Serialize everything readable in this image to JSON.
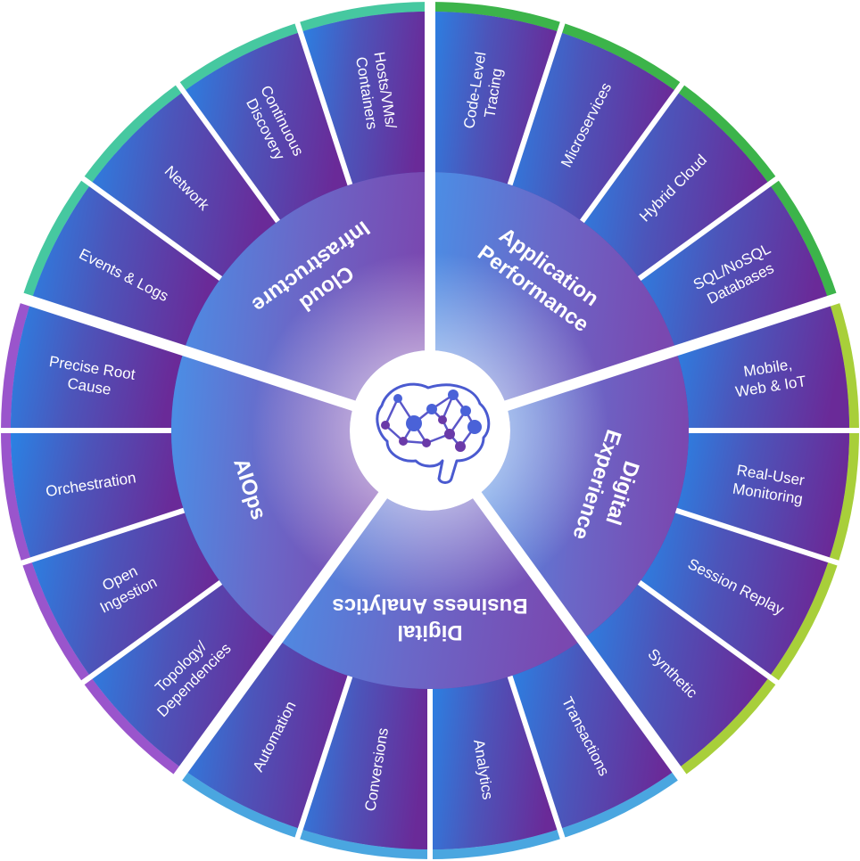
{
  "colors": {
    "blue": "#2a7fe0",
    "indigo": "#4a4fb8",
    "violet": "#6a2f9e",
    "purple": "#5a2a8a",
    "ring_green": "#3cb44a",
    "ring_lime": "#a8cf3a",
    "ring_teal": "#46c8a0",
    "ring_sky": "#4aa6e0",
    "ring_purple": "#9a55cc"
  },
  "center_icon": "brain-network-icon",
  "sections": [
    {
      "id": "application-performance",
      "label_lines": [
        "Application",
        "Performance"
      ],
      "ring_color": "ring_green",
      "segments": [
        {
          "lines": [
            "Code-Level",
            "Tracing"
          ]
        },
        {
          "lines": [
            "Microservices"
          ]
        },
        {
          "lines": [
            "Hybrid Cloud"
          ]
        },
        {
          "lines": [
            "SQL/NoSQL",
            "Databases"
          ]
        }
      ]
    },
    {
      "id": "digital-experience",
      "label_lines": [
        "Digital",
        "Experience"
      ],
      "ring_color": "ring_lime",
      "segments": [
        {
          "lines": [
            "Mobile,",
            "Web & IoT"
          ]
        },
        {
          "lines": [
            "Real-User",
            "Monitoring"
          ]
        },
        {
          "lines": [
            "Session Replay"
          ]
        },
        {
          "lines": [
            "Synthetic"
          ]
        }
      ]
    },
    {
      "id": "digital-business-analytics",
      "label_lines": [
        "Digital",
        "Business Analytics"
      ],
      "ring_color": "ring_sky",
      "segments": [
        {
          "lines": [
            "Transactions"
          ]
        },
        {
          "lines": [
            "Analytics"
          ]
        },
        {
          "lines": [
            "Conversions"
          ]
        },
        {
          "lines": [
            "Automation"
          ]
        }
      ]
    },
    {
      "id": "aiops",
      "label_lines": [
        "AIOps"
      ],
      "ring_color": "ring_purple",
      "segments": [
        {
          "lines": [
            "Topology/",
            "Dependencies"
          ]
        },
        {
          "lines": [
            "Open",
            "Ingestion"
          ]
        },
        {
          "lines": [
            "Orchestration"
          ]
        },
        {
          "lines": [
            "Precise Root",
            "Cause"
          ]
        }
      ]
    },
    {
      "id": "cloud-infrastructure",
      "label_lines": [
        "Cloud",
        "Infrastructure"
      ],
      "ring_color": "ring_teal",
      "segments": [
        {
          "lines": [
            "Events & Logs"
          ]
        },
        {
          "lines": [
            "Network"
          ]
        },
        {
          "lines": [
            "Continuous",
            "Discovery"
          ]
        },
        {
          "lines": [
            "Hosts/VMs/",
            "Containers"
          ]
        }
      ]
    }
  ]
}
